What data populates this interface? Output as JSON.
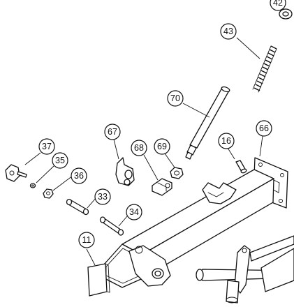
{
  "callouts": {
    "c42": "42",
    "c43": "43",
    "c70": "70",
    "c66": "66",
    "c16": "16",
    "c67": "67",
    "c68": "68",
    "c69": "69",
    "c37": "37",
    "c35": "35",
    "c36": "36",
    "c33": "33",
    "c34": "34",
    "c11": "11"
  }
}
